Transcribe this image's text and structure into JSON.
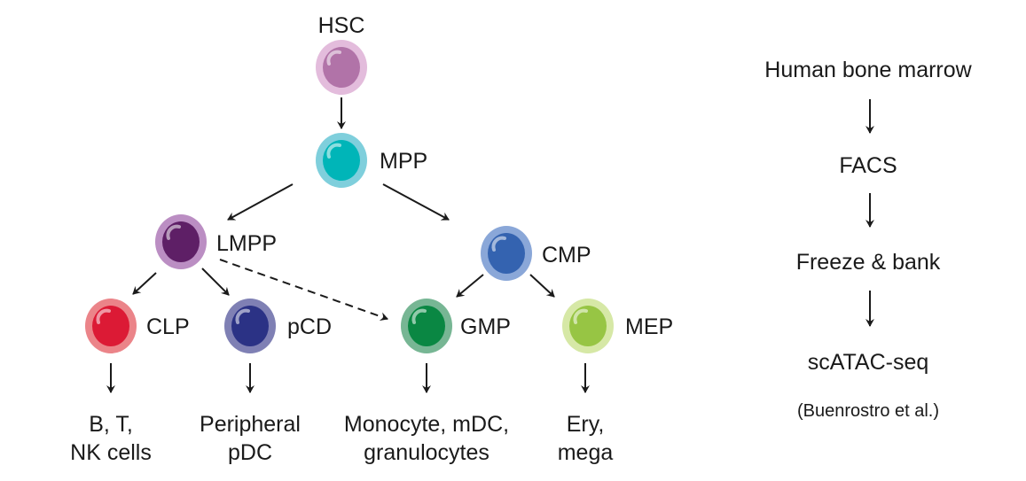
{
  "cells": {
    "hsc": {
      "label": "HSC",
      "inner": "#b173a8",
      "outer": "#e3bcdc"
    },
    "mpp": {
      "label": "MPP",
      "inner": "#00b5b8",
      "outer": "#7fcfdc"
    },
    "lmpp": {
      "label": "LMPP",
      "inner": "#5e1f66",
      "outer": "#bb8ec3"
    },
    "cmp": {
      "label": "CMP",
      "inner": "#3463b0",
      "outer": "#8aa7d8"
    },
    "clp": {
      "label": "CLP",
      "inner": "#dc1a35",
      "outer": "#eb8489"
    },
    "pcd": {
      "label": "pCD",
      "inner": "#2b3285",
      "outer": "#7f80b4"
    },
    "gmp": {
      "label": "GMP",
      "inner": "#0a8743",
      "outer": "#77b694"
    },
    "mep": {
      "label": "MEP",
      "inner": "#97c544",
      "outer": "#d6e8a6"
    }
  },
  "outcomes": {
    "clp": [
      "B, T,",
      "NK cells"
    ],
    "pcd": [
      "Peripheral",
      "pDC"
    ],
    "gmp": [
      "Monocyte, mDC,",
      "granulocytes"
    ],
    "mep": [
      "Ery,",
      "mega"
    ]
  },
  "workflow": {
    "steps": [
      "Human bone marrow",
      "FACS",
      "Freeze & bank",
      "scATAC-seq"
    ],
    "citation": "(Buenrostro et al.)"
  }
}
